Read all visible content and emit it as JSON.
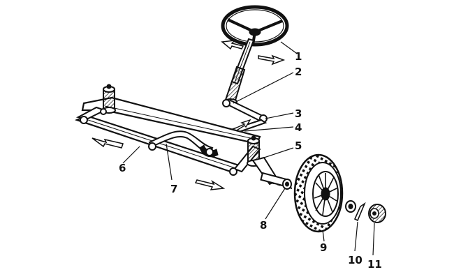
{
  "diagram": {
    "callouts": [
      {
        "id": "1",
        "label": "1"
      },
      {
        "id": "2",
        "label": "2"
      },
      {
        "id": "3",
        "label": "3"
      },
      {
        "id": "4",
        "label": "4"
      },
      {
        "id": "5",
        "label": "5"
      },
      {
        "id": "6",
        "label": "6"
      },
      {
        "id": "7",
        "label": "7"
      },
      {
        "id": "8",
        "label": "8"
      },
      {
        "id": "9",
        "label": "9"
      },
      {
        "id": "10",
        "label": "10"
      },
      {
        "id": "11",
        "label": "11"
      }
    ],
    "colors": {
      "ink": "#111111",
      "paper": "#ffffff",
      "shade": "#555555"
    }
  }
}
